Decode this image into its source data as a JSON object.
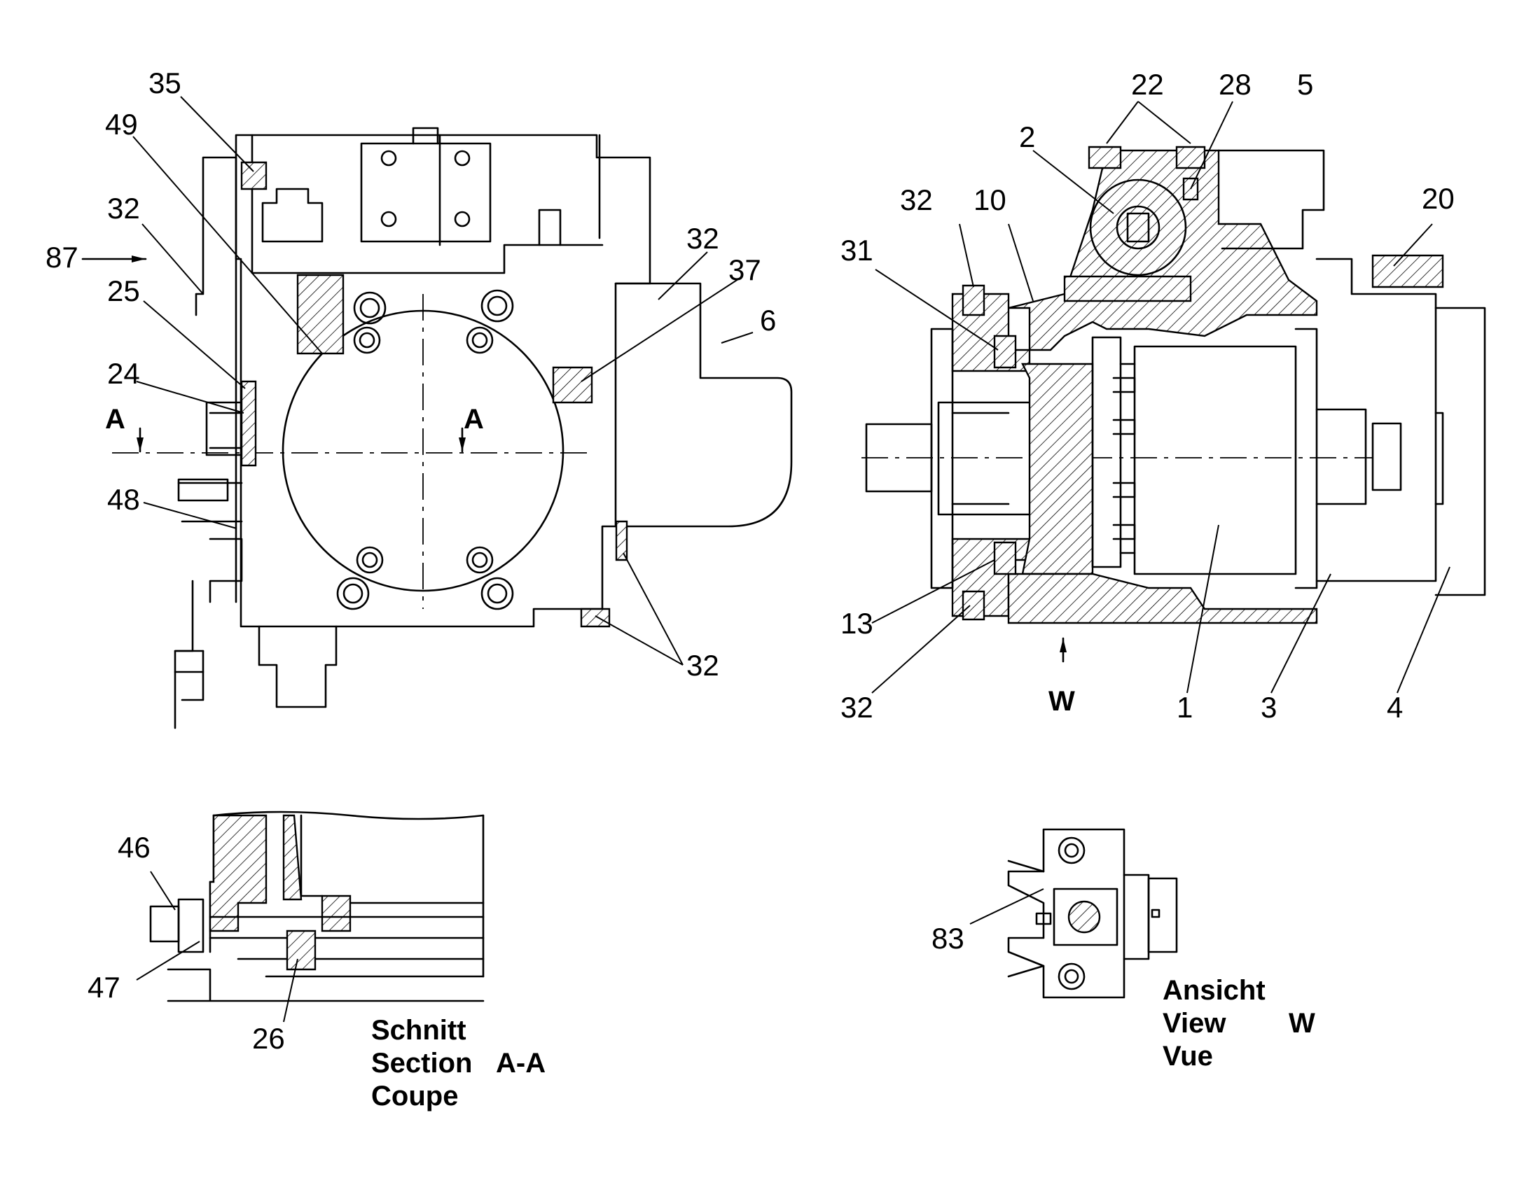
{
  "callouts": {
    "c35": "35",
    "c49": "49",
    "c32_tl": "32",
    "c87": "87",
    "c25": "25",
    "c24": "24",
    "c48": "48",
    "c32_mid": "32",
    "c37": "37",
    "c6": "6",
    "c32_bot": "32",
    "cA_left": "A",
    "cA_right": "A",
    "c22": "22",
    "c28": "28",
    "c5": "5",
    "c2": "2",
    "c32_r": "32",
    "c10": "10",
    "c20": "20",
    "c31": "31",
    "c13": "13",
    "c32_rb": "32",
    "cW": "W",
    "c1": "1",
    "c3": "3",
    "c4": "4",
    "c46": "46",
    "c47": "47",
    "c26": "26",
    "c83": "83"
  },
  "captions": {
    "section": {
      "line1": "Schnitt",
      "line2": "Section",
      "line2b": "A-A",
      "line3": "Coupe"
    },
    "view": {
      "line1": "Ansicht",
      "line2": "View",
      "line2b": "W",
      "line3": "Vue"
    }
  }
}
